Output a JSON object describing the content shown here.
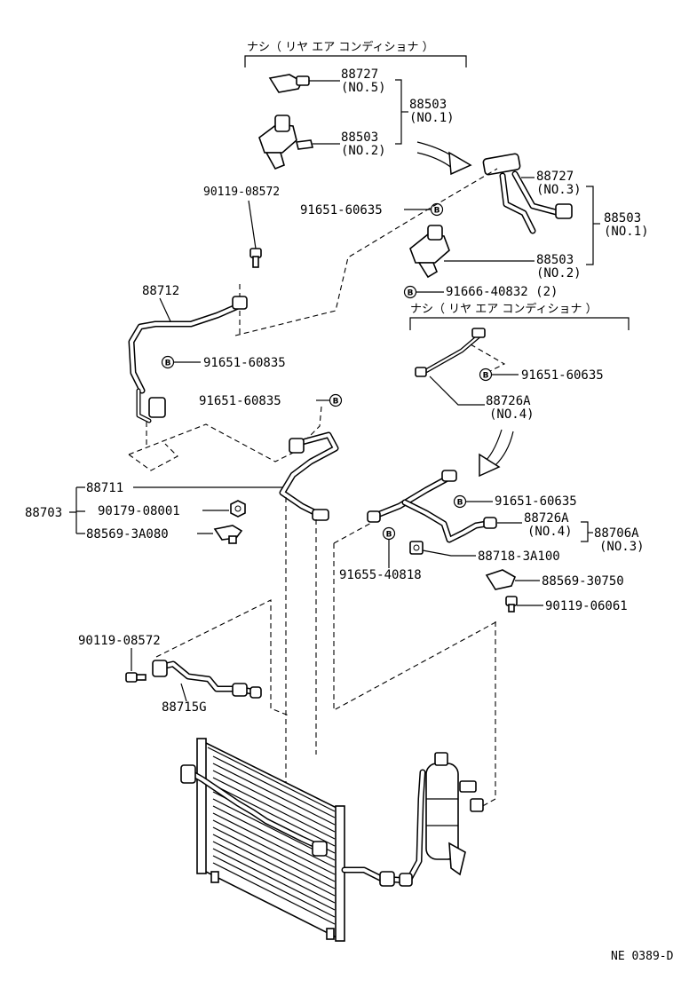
{
  "labels": {
    "title_bracket_top": "ナシ（ リヤ エア コンディショナ ）",
    "title_bracket_mid": "ナシ（ リヤ エア コンディショナ ）",
    "p88727_a": "88727",
    "p88727_a_no": "(NO.5)",
    "p88503_a": "88503",
    "p88503_a_no": "(NO.1)",
    "p88503_b": "88503",
    "p88503_b_no": "(NO.2)",
    "p88727_b": "88727",
    "p88727_b_no": "(NO.3)",
    "p88503_c": "88503",
    "p88503_c_no": "(NO.1)",
    "p88503_d": "88503",
    "p88503_d_no": "(NO.2)",
    "p91651_60635_a": "91651-60635",
    "p90119_08572_a": "90119-08572",
    "p91666_40832": "91666-40832 (2)",
    "p88712": "88712",
    "p91651_60835_a": "91651-60835",
    "p91651_60635_b": "91651-60635",
    "p88726A_a": "88726A",
    "p88726A_a_no": "(NO.4)",
    "p91651_60835_b": "91651-60835",
    "p88711": "88711",
    "p88703": "88703",
    "p90179_08001": "90179-08001",
    "p88569_3A080": "88569-3A080",
    "p91651_60635_c": "91651-60635",
    "p88726A_b": "88726A",
    "p88726A_b_no": "(NO.4)",
    "p88706A": "88706A",
    "p88706A_no": "(NO.3)",
    "p91655_40818": "91655-40818",
    "p88718_3A100": "88718-3A100",
    "p88569_30750": "88569-30750",
    "p90119_06061": "90119-06061",
    "p90119_08572_b": "90119-08572",
    "p88715G": "88715G",
    "footer_code": "NE 0389-D"
  },
  "marker_letter": "B"
}
